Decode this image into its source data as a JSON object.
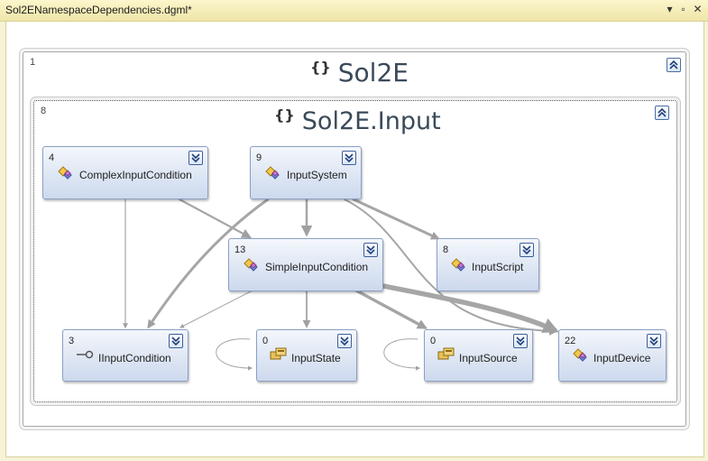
{
  "window": {
    "title": "Sol2ENamespaceDependencies.dgml*"
  },
  "groups": {
    "outer": {
      "count": "1",
      "title": "Sol2E"
    },
    "inner": {
      "count": "8",
      "title": "Sol2E.Input"
    }
  },
  "nodes": {
    "complex_input_condition": {
      "count": "4",
      "label": "ComplexInputCondition",
      "icon": "class-icon"
    },
    "input_system": {
      "count": "9",
      "label": "InputSystem",
      "icon": "class-icon"
    },
    "simple_input_condition": {
      "count": "13",
      "label": "SimpleInputCondition",
      "icon": "class-icon"
    },
    "input_script": {
      "count": "8",
      "label": "InputScript",
      "icon": "class-icon"
    },
    "iinput_condition": {
      "count": "3",
      "label": "IInputCondition",
      "icon": "interface-icon"
    },
    "input_state": {
      "count": "0",
      "label": "InputState",
      "icon": "struct-icon"
    },
    "input_source": {
      "count": "0",
      "label": "InputSource",
      "icon": "struct-icon"
    },
    "input_device": {
      "count": "22",
      "label": "InputDevice",
      "icon": "class-icon"
    }
  },
  "colors": {
    "node_border": "#8aa0c4",
    "edge": "#a6a6a6",
    "group_title": "#3a4a5a"
  }
}
